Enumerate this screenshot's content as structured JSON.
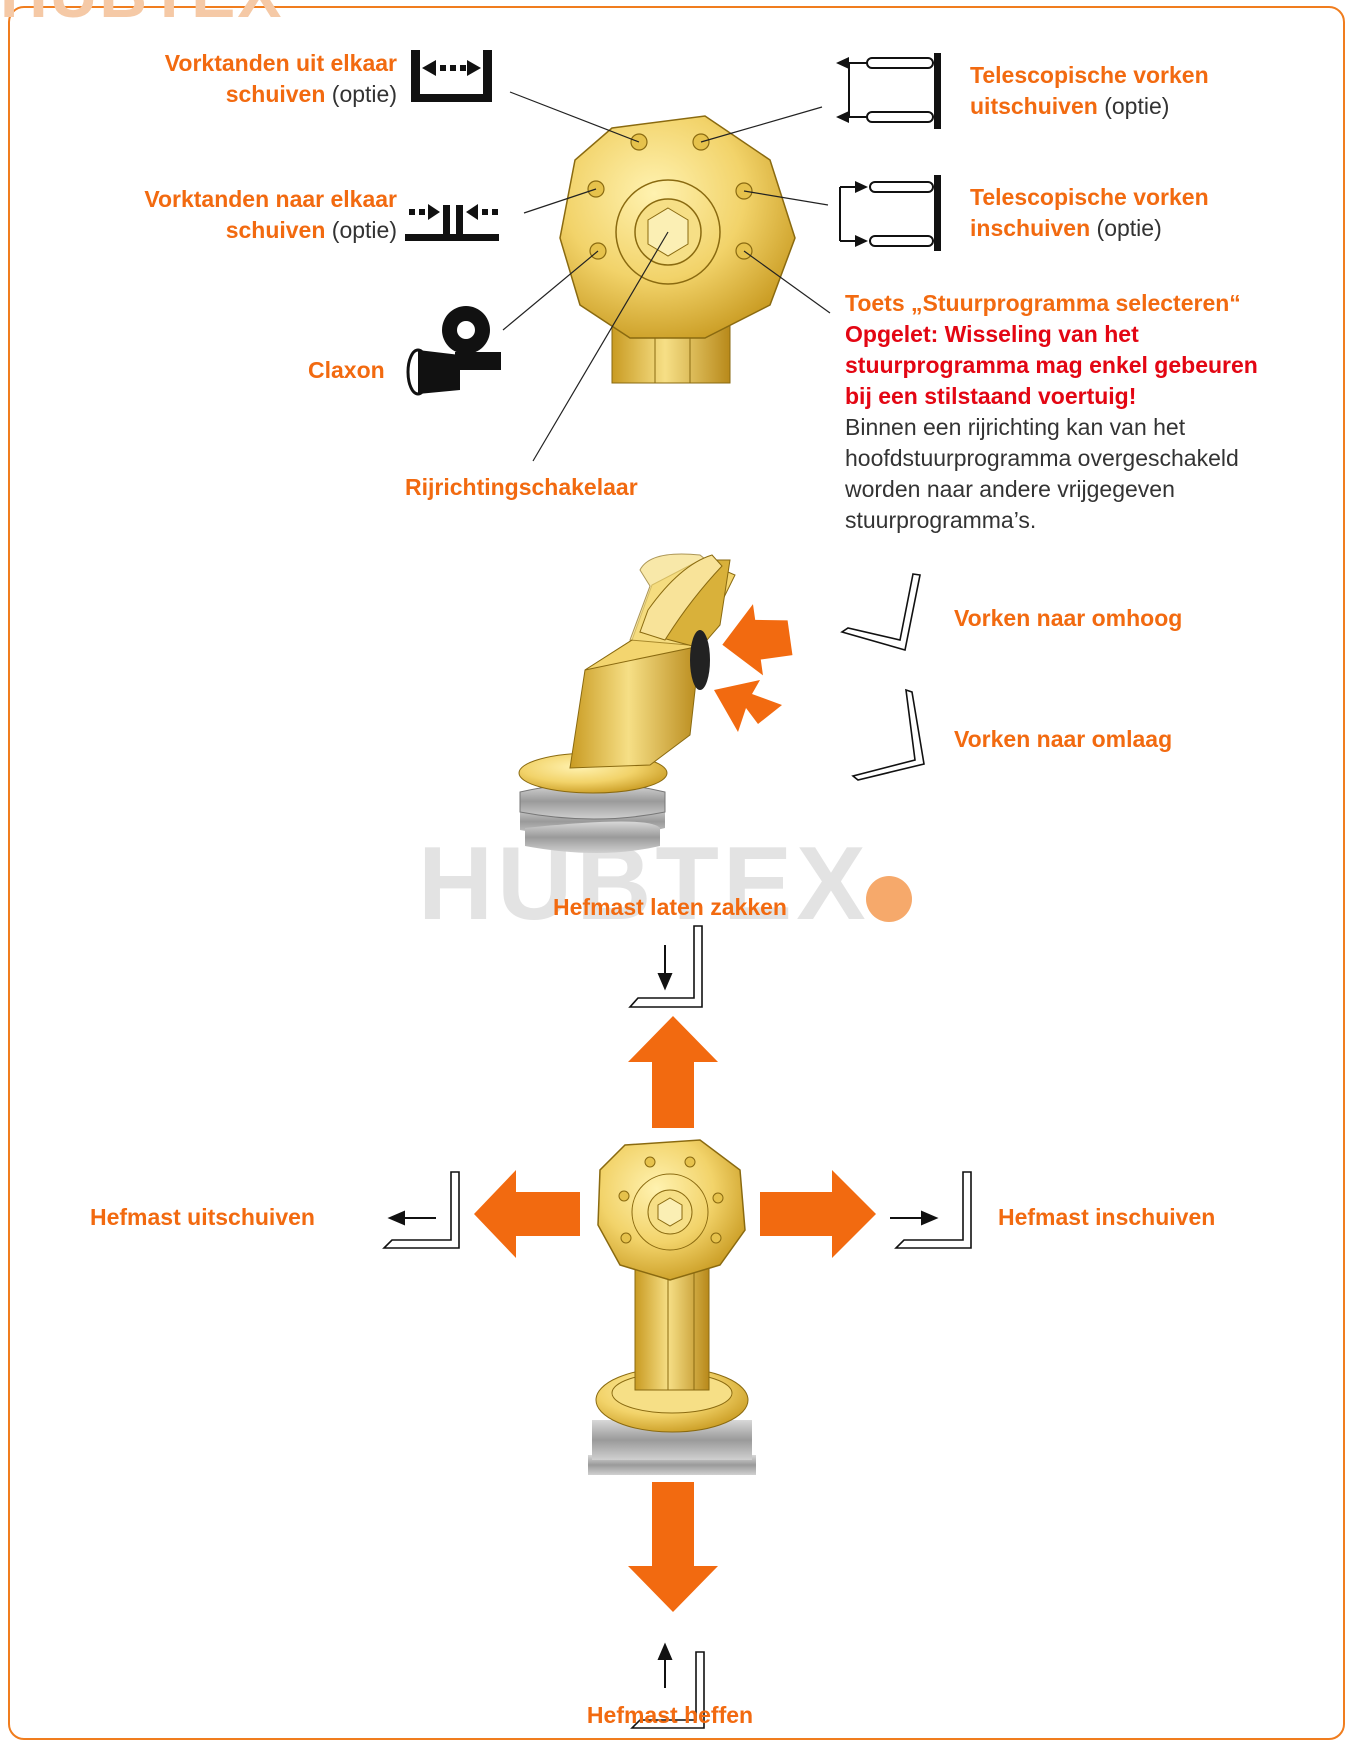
{
  "branding": {
    "watermark_text": "HUBTEX",
    "header_text": "HUBTEX",
    "accent_color": "#f26a10",
    "frame_color": "#f07d1e"
  },
  "labels": {
    "vorktanden_uit_1": "Vorktanden uit elkaar",
    "vorktanden_uit_2": "schuiven",
    "optie": "(optie)",
    "vorktanden_naar_1": "Vorktanden naar elkaar",
    "vorktanden_naar_2": "schuiven",
    "claxon": "Claxon",
    "rijrichting": "Rijrichtingschakelaar",
    "tele_uit_1": "Telescopische vorken",
    "tele_uit_2": "uitschuiven",
    "tele_in_1": "Telescopische vorken",
    "tele_in_2": "inschuiven",
    "toets": "Toets „Stuurprogramma selecteren“",
    "opgelet_1": "Opgelet: Wisseling van het",
    "opgelet_2": "stuurprogramma mag enkel gebeuren",
    "opgelet_3": "bij een stilstaand  voertuig!",
    "info_1": "Binnen een rijrichting kan van het",
    "info_2": "hoofdstuurprogramma overgeschakeld",
    "info_3": "worden naar andere vrijgegeven",
    "info_4": "stuurprogramma’s.",
    "vorken_omhoog": "Vorken naar omhoog",
    "vorken_omlaag": "Vorken  naar  omlaag",
    "hefmast_zakken": "Hefmast laten zakken",
    "hefmast_uit": "Hefmast uitschuiven",
    "hefmast_in": "Hefmast inschuiven",
    "hefmast_heffen": "Hefmast heffen"
  }
}
